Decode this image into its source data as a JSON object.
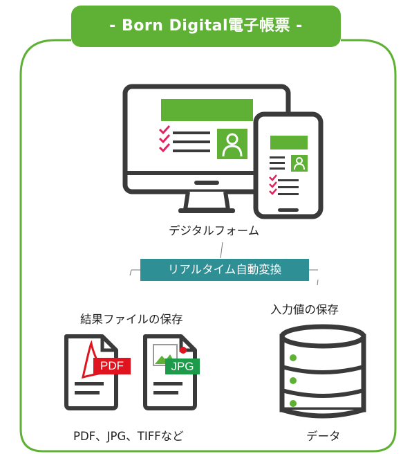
{
  "title": "- Born Digital電子帳票 -",
  "labels": {
    "digital_form": "デジタルフォーム",
    "conversion": "リアルタイム自動変換",
    "save_result_file": "結果ファイルの保存",
    "save_input_value": "入力値の保存",
    "formats": "PDF、JPG、TIFFなど",
    "data": "データ"
  },
  "file_badges": {
    "pdf": "PDF",
    "jpg": "JPG"
  },
  "colors": {
    "green": "#5fb135",
    "teal": "#2e8f95",
    "dark": "#3a3a3a",
    "pdf_red": "#e0141e",
    "jpg_green": "#1d9a4a",
    "check_pink": "#e0245e"
  },
  "icons": [
    "monitor-icon",
    "tablet-icon",
    "pdf-file-icon",
    "jpg-file-icon",
    "database-icon"
  ]
}
